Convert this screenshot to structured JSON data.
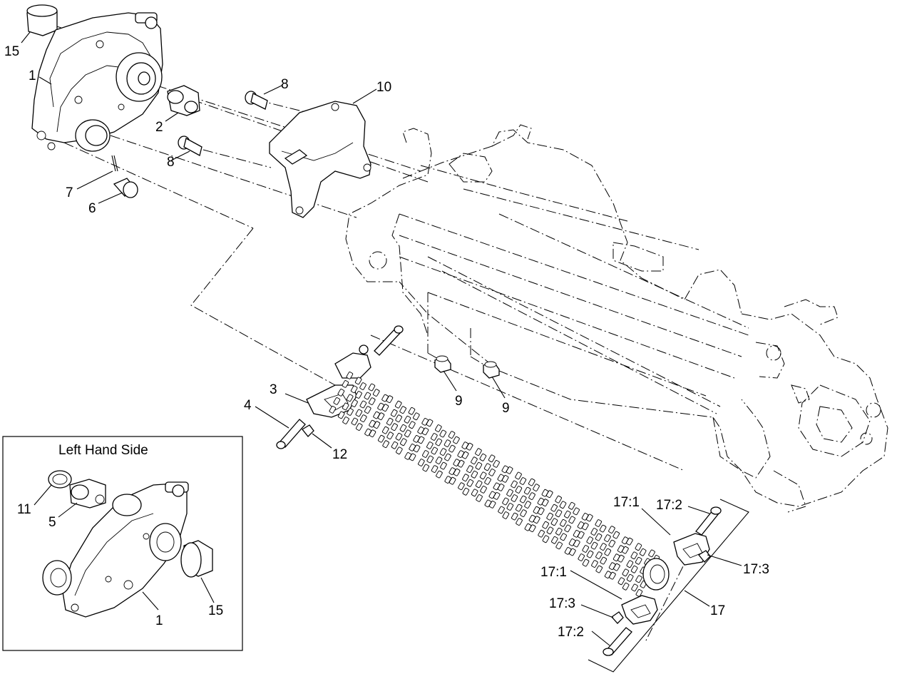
{
  "inset": {
    "title": "Left Hand Side"
  },
  "callouts": [
    {
      "id": "c15a",
      "text": "15"
    },
    {
      "id": "c1a",
      "text": "1"
    },
    {
      "id": "c2",
      "text": "2"
    },
    {
      "id": "c8a",
      "text": "8"
    },
    {
      "id": "c8b",
      "text": "8"
    },
    {
      "id": "c10",
      "text": "10"
    },
    {
      "id": "c7",
      "text": "7"
    },
    {
      "id": "c6",
      "text": "6"
    },
    {
      "id": "c3",
      "text": "3"
    },
    {
      "id": "c4",
      "text": "4"
    },
    {
      "id": "c12",
      "text": "12"
    },
    {
      "id": "c9a",
      "text": "9"
    },
    {
      "id": "c9b",
      "text": "9"
    },
    {
      "id": "c171a",
      "text": "17:1"
    },
    {
      "id": "c172a",
      "text": "17:2"
    },
    {
      "id": "c173a",
      "text": "17:3"
    },
    {
      "id": "c171b",
      "text": "17:1"
    },
    {
      "id": "c173b",
      "text": "17:3"
    },
    {
      "id": "c172b",
      "text": "17:2"
    },
    {
      "id": "c17",
      "text": "17"
    },
    {
      "id": "c11",
      "text": "11"
    },
    {
      "id": "c5",
      "text": "5"
    },
    {
      "id": "c15b",
      "text": "15"
    },
    {
      "id": "c1b",
      "text": "1"
    }
  ]
}
